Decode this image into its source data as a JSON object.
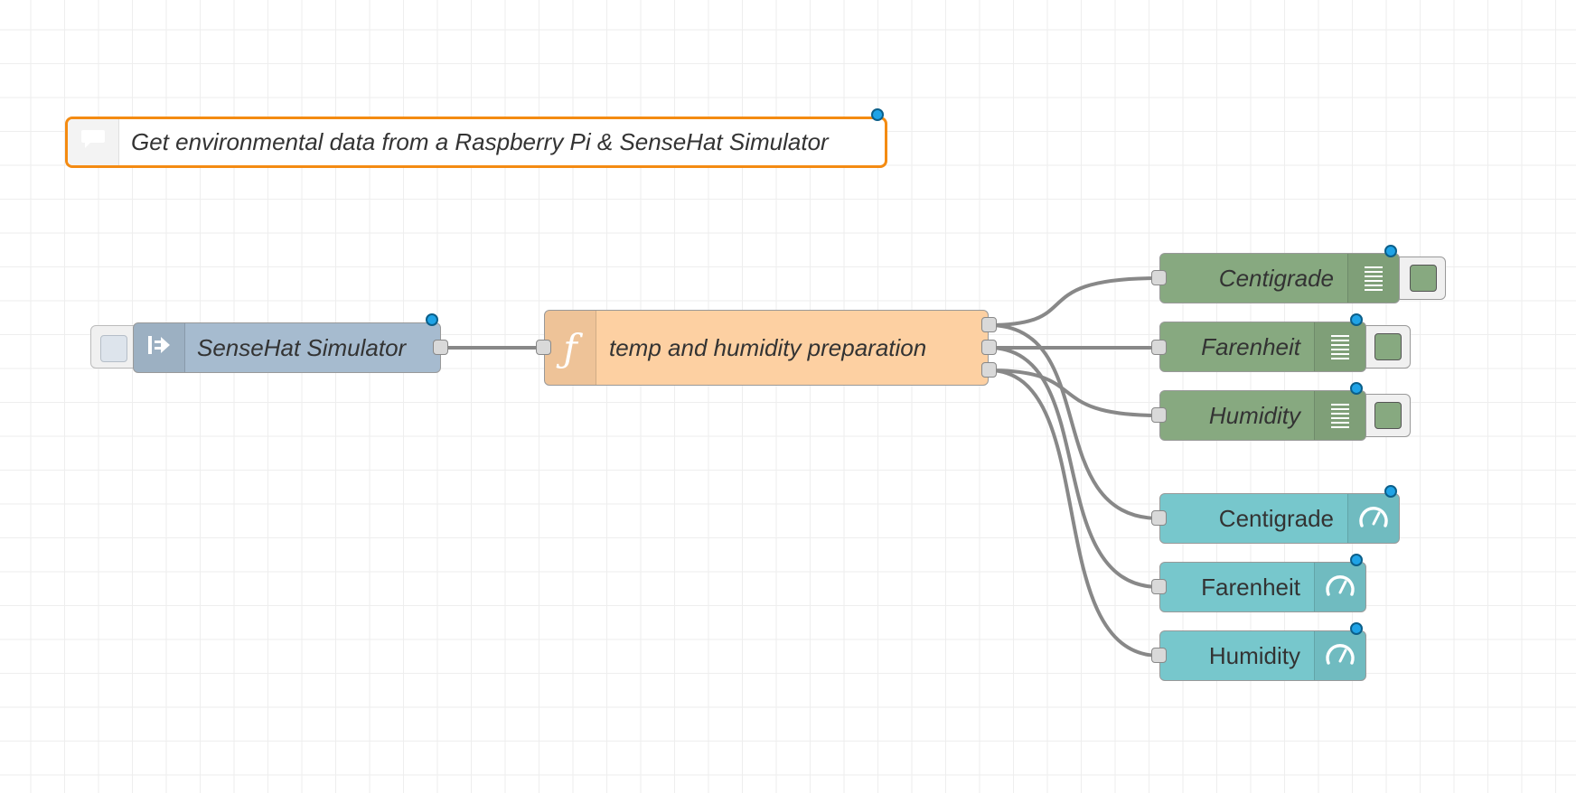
{
  "comment": {
    "text": "Get environmental data from a Raspberry Pi & SenseHat Simulator",
    "border_color": "#f48b12"
  },
  "inject": {
    "label": "SenseHat Simulator",
    "icon": "arrow-in-icon",
    "color": "#a6bbcf"
  },
  "function": {
    "label": "temp and humidity preparation",
    "icon": "function-icon",
    "color": "#fdd0a2"
  },
  "debug": {
    "color": "#87a980",
    "icon": "debug-list-icon",
    "items": [
      {
        "label": "Centigrade",
        "active_color": "#87a980"
      },
      {
        "label": "Farenheit",
        "active_color": "#87a980"
      },
      {
        "label": "Humidity",
        "active_color": "#87a980"
      }
    ]
  },
  "gauge": {
    "color": "#77c7cc",
    "icon": "gauge-icon",
    "items": [
      {
        "label": "Centigrade"
      },
      {
        "label": "Farenheit"
      },
      {
        "label": "Humidity"
      }
    ]
  },
  "colors": {
    "wire": "#888888",
    "changed_dot": "#1fa3e6"
  }
}
